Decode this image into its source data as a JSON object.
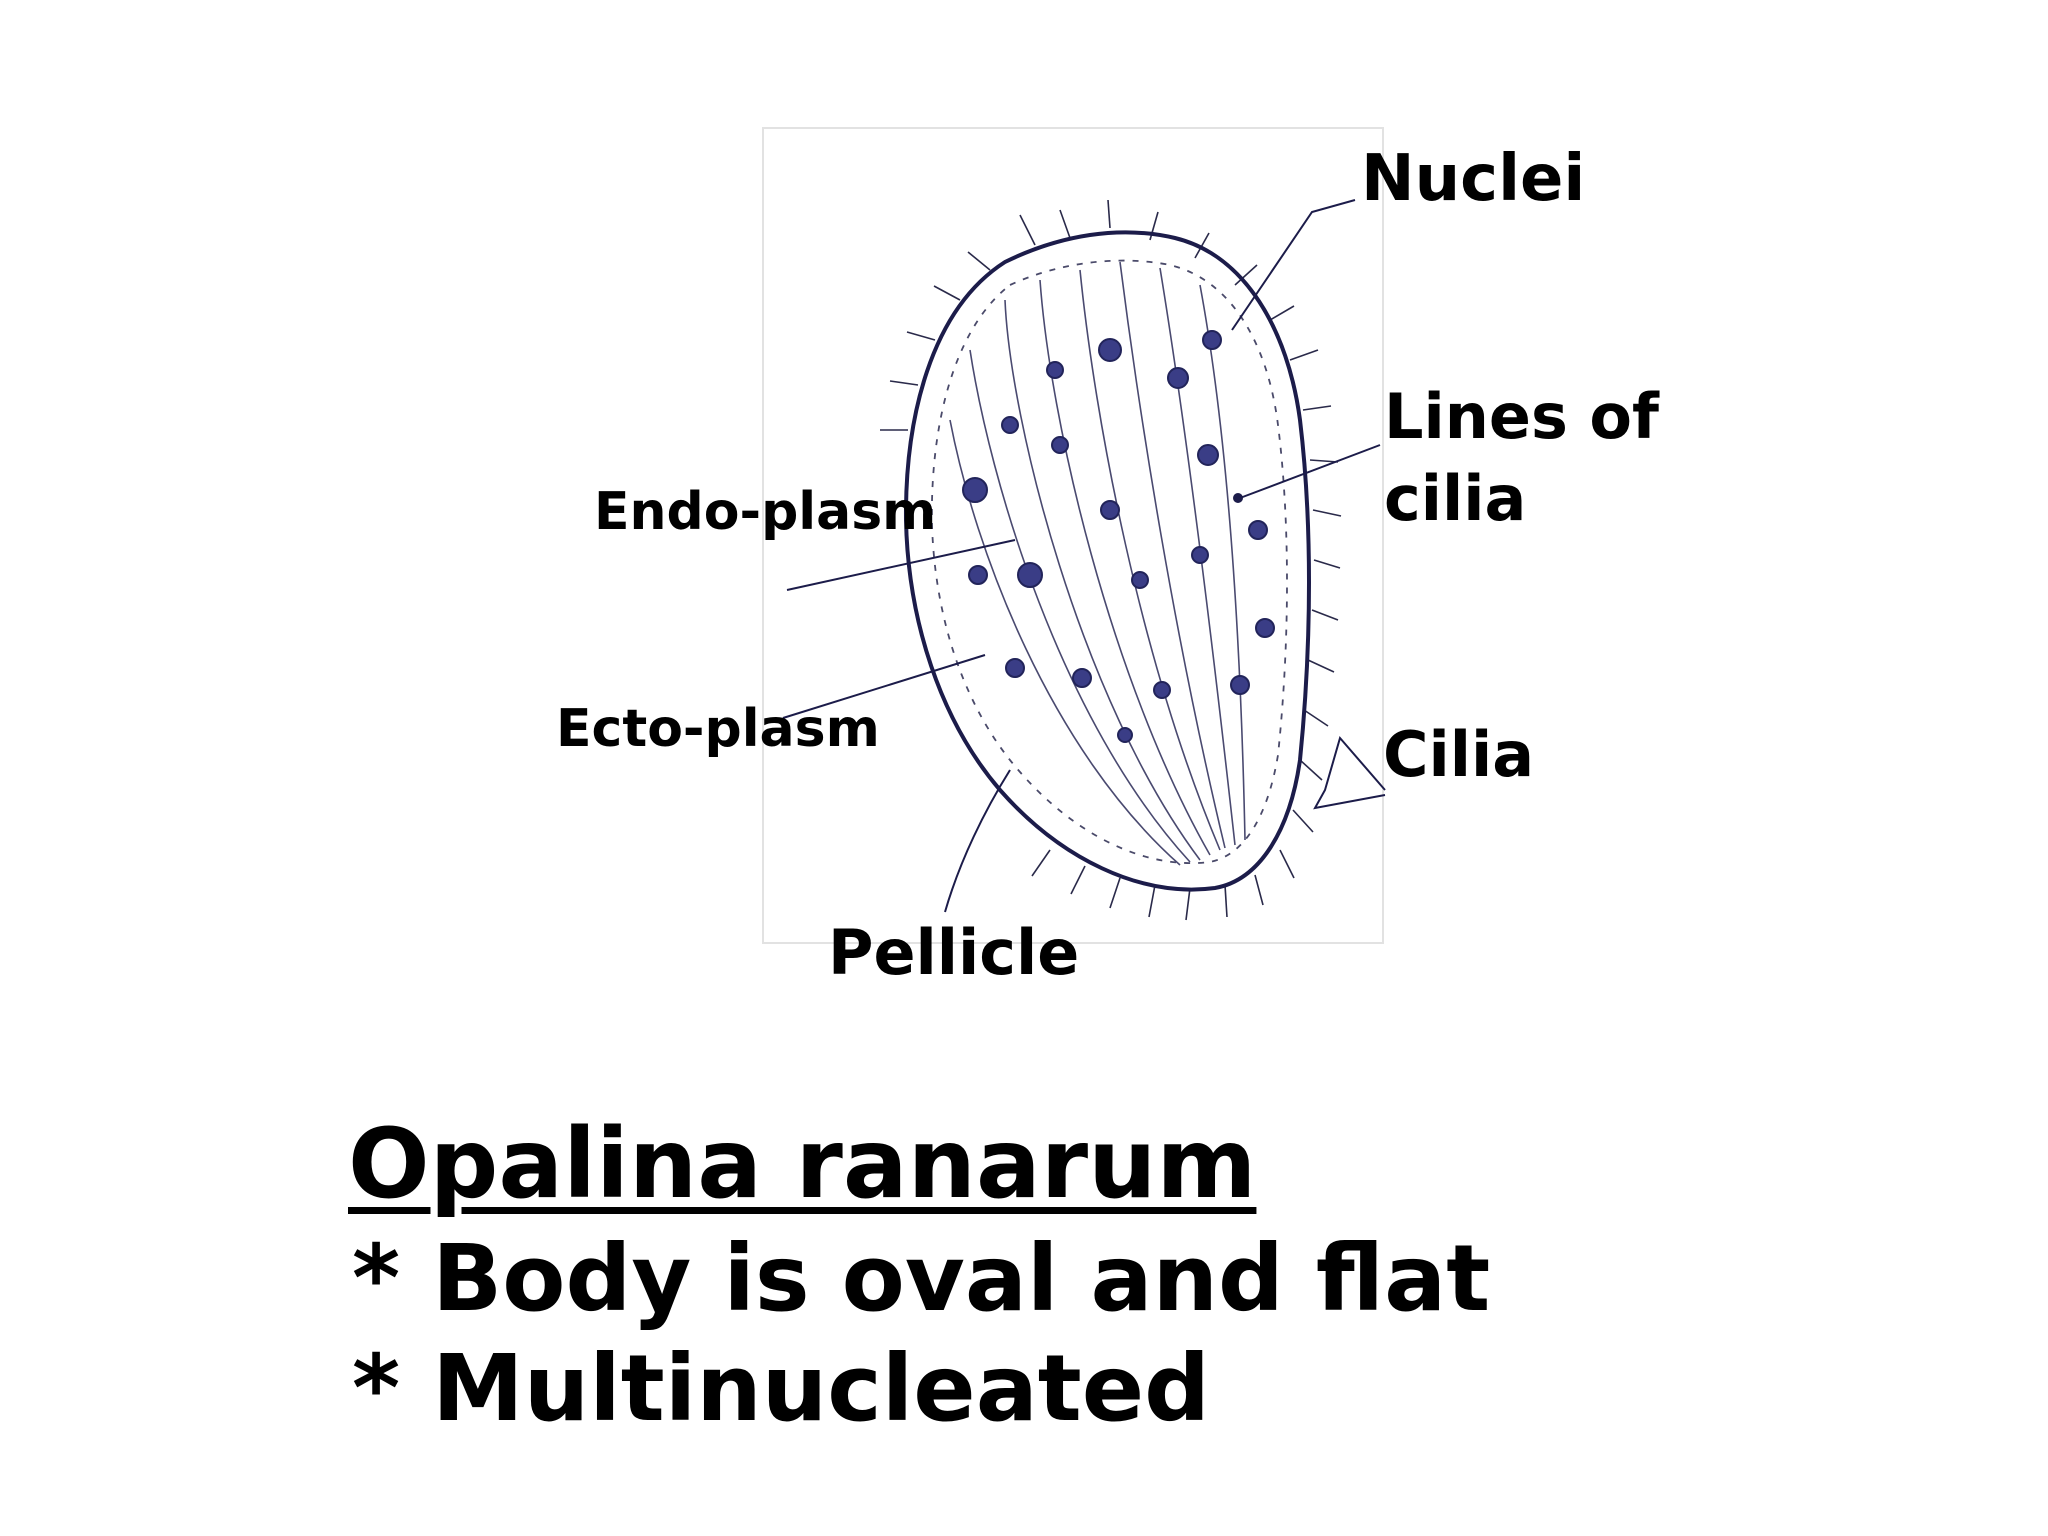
{
  "labels": {
    "nuclei": "Nuclei",
    "lines_of_cilia_1": "Lines of",
    "lines_of_cilia_2": "cilia",
    "endoplasm": "Endo-plasm",
    "ectoplasm": "Ecto-plasm",
    "cilia": "Cilia",
    "pellicle": "Pellicle"
  },
  "title": "Opalina ranarum",
  "bullets": [
    "* Body is oval and flat",
    "* Multinucleated"
  ],
  "colors": {
    "ink": "#1c1c4a",
    "nucleus": "#3a3d86",
    "text": "#000000"
  }
}
